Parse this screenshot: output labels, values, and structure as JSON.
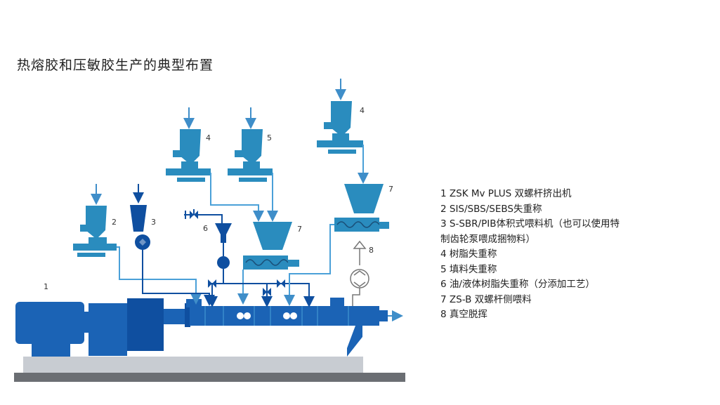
{
  "title": "热熔胶和压敏胶生产的典型布置",
  "labels": {
    "l1": "1",
    "l2": "2",
    "l3": "3",
    "l4a": "4",
    "l4b": "4",
    "l5": "5",
    "l6": "6",
    "l7a": "7",
    "l7b": "7",
    "l8": "8"
  },
  "legend": [
    "1 ZSK Mv PLUS 双螺杆挤出机",
    "2 SIS/SBS/SEBS失重称",
    "3 S-SBR/PIB体积式喂料机（也可以使用特",
    "制齿轮泵喂成捆物料）",
    "4 树脂失重称",
    "5 填料失重称",
    "6 油/液体树脂失重称（分添加工艺）",
    "7 ZS-B 双螺杆侧喂料",
    "8 真空脱挥"
  ],
  "colors": {
    "dark_blue": "#0f4fa0",
    "mid_blue": "#1b63b5",
    "light_blue": "#3f8ec9",
    "teal": "#2a8cbe",
    "pipe_light": "#4aa0d8",
    "floor": "#c8ccd2",
    "floor_dark": "#6b6e73"
  }
}
